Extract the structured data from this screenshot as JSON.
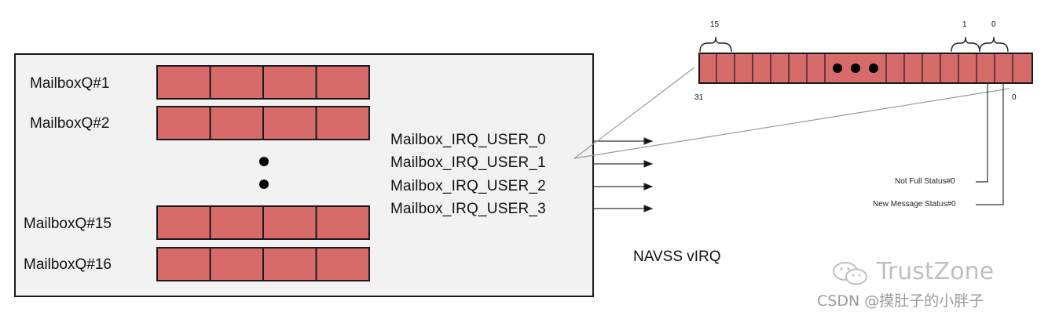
{
  "mailboxes": [
    {
      "label": "MailboxQ#1"
    },
    {
      "label": "MailboxQ#2"
    },
    {
      "label": "MailboxQ#15"
    },
    {
      "label": "MailboxQ#16"
    }
  ],
  "irq_outputs": [
    {
      "label": "Mailbox_IRQ_USER_0"
    },
    {
      "label": "Mailbox_IRQ_USER_1"
    },
    {
      "label": "Mailbox_IRQ_USER_2"
    },
    {
      "label": "Mailbox_IRQ_USER_3"
    }
  ],
  "register": {
    "top_labels": {
      "bit15": "15",
      "bit1": "1",
      "bit0": "0"
    },
    "bottom_labels": {
      "msb": "31",
      "lsb": "0"
    },
    "status": {
      "not_full": "Not Full Status#0",
      "new_message": "New Message Status#0"
    }
  },
  "navss_label": "NAVSS vIRQ",
  "watermark": {
    "main": "TrustZone",
    "sub": "CSDN @摸肚子的小胖子"
  },
  "colors": {
    "cell_fill": "#d66b69",
    "cell_stroke": "#1a1a1a",
    "panel_fill": "#f2f2f2"
  }
}
